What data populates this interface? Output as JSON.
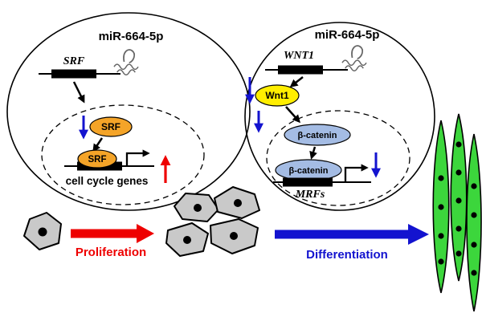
{
  "left_cell": {
    "mirna": "miR-664-5p",
    "gene": "SRF",
    "protein": "SRF",
    "nuclear_factor": "SRF",
    "targets": "cell cycle genes"
  },
  "right_cell": {
    "mirna": "miR-664-5p",
    "gene": "WNT1",
    "protein": "Wnt1",
    "effector": "β-catenin",
    "nuclear_effector": "β-catenin",
    "targets": "MRFs"
  },
  "processes": {
    "left": "Proliferation",
    "right": "Differentiation"
  },
  "colors": {
    "up_red": "#ee0000",
    "down_blue": "#1313cf",
    "srf_orange": "#f4a428",
    "wnt1_yellow": "#ffee00",
    "bcatenin_blue": "#a4bce4",
    "myotube_green": "#3cd63c",
    "cell_grey": "#c9c9c9"
  }
}
